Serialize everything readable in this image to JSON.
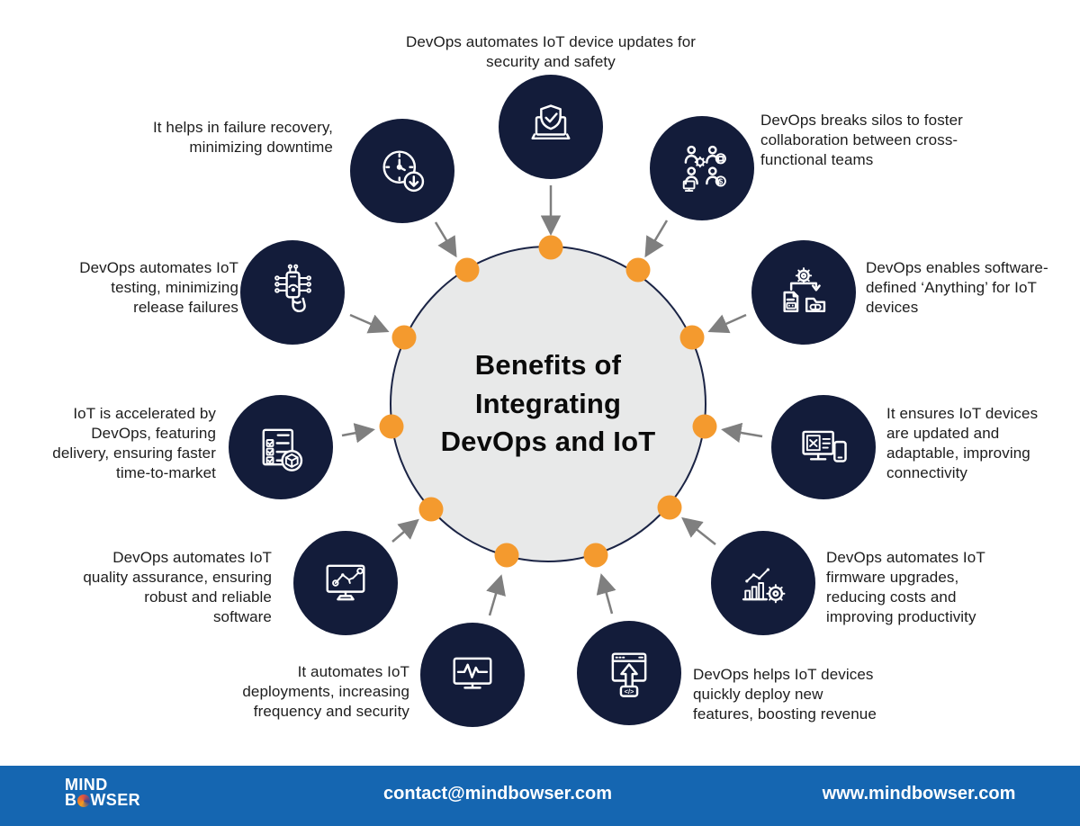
{
  "title_lines": [
    "Benefits of",
    "Integrating",
    "DevOps and IoT"
  ],
  "items": [
    {
      "id": "device-updates",
      "label": "DevOps automates IoT device updates for security and safety",
      "icon": "laptop-shield"
    },
    {
      "id": "failure-recovery",
      "label": "It helps in failure recovery, minimizing downtime",
      "icon": "clock-download"
    },
    {
      "id": "breaks-silos",
      "label": "DevOps breaks silos to foster collaboration between cross-functional teams",
      "icon": "team-collaboration"
    },
    {
      "id": "iot-testing",
      "label": "DevOps automates IoT testing, minimizing release failures",
      "icon": "iot-chip"
    },
    {
      "id": "software-defined",
      "label": "DevOps enables software-defined ‘Anything’ for IoT devices",
      "icon": "file-folder-gear"
    },
    {
      "id": "faster-delivery",
      "label": "IoT is accelerated by DevOps, featuring delivery, ensuring faster time-to-market",
      "icon": "checklist-package"
    },
    {
      "id": "updated-adaptable",
      "label": "It ensures IoT devices are updated and adaptable, improving connectivity",
      "icon": "monitor-devices"
    },
    {
      "id": "quality-assurance",
      "label": "DevOps automates IoT quality assurance, ensuring robust and reliable software",
      "icon": "robot-monitor"
    },
    {
      "id": "firmware-upgrades",
      "label": "DevOps automates IoT firmware upgrades, reducing costs and improving productivity",
      "icon": "chart-gear"
    },
    {
      "id": "deployments",
      "label": "It automates IoT deployments, increasing frequency and security",
      "icon": "pulse-monitor"
    },
    {
      "id": "deploy-features",
      "label": "DevOps helps IoT devices quickly deploy new features, boosting revenue",
      "icon": "deploy-window"
    }
  ],
  "footer": {
    "brand_top": "MIND",
    "brand_b": "B",
    "brand_wser": "WSER",
    "email": "contact@mindbowser.com",
    "website": "www.mindbowser.com"
  },
  "colors": {
    "navy": "#131c3a",
    "orange": "#f49a2e",
    "center_fill": "#e8e9e9",
    "center_border": "#1b2445",
    "arrow": "#7f7f7f",
    "footer_blue": "#1566b1"
  }
}
